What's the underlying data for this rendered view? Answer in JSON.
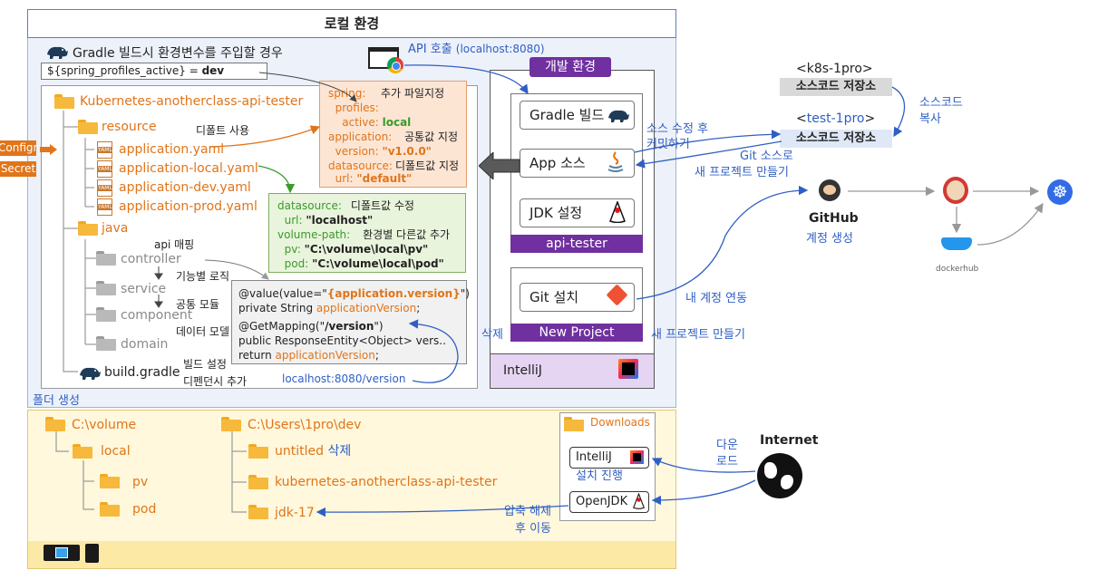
{
  "title": "로컬 환경",
  "gradle_header": "Gradle 빌드시 환경변수를 주입할 경우",
  "spring_env_prefix": "${spring_profiles_active} = ",
  "spring_env_value": "dev",
  "api_call_label": "API 호출",
  "api_call_host": "(localhost:8080)",
  "dev_env_label": "개발 환경",
  "project_root": "Kubernetes-anotherclass-api-tester",
  "resource_folder": "resource",
  "yaml_files": [
    "application.yaml",
    "application-local.yaml",
    "application-dev.yaml",
    "application-prod.yaml"
  ],
  "default_use_note": "디폴트 사용",
  "configmap_label": "Configmap",
  "secret_label": "Secret",
  "java_folder": "java",
  "java_packages": [
    "controller",
    "service",
    "component",
    "domain"
  ],
  "package_notes": [
    "api 매핑",
    "기능별 로직",
    "공통 모듈",
    "데이터 모델"
  ],
  "build_gradle": "build.gradle",
  "build_notes": [
    "빌드 설정",
    "디펜던시 추가"
  ],
  "app_yaml_box": {
    "lines": [
      {
        "key": "spring:",
        "value": "",
        "note": "추가 파일지정"
      },
      {
        "key": "  profiles:",
        "value": "",
        "note": ""
      },
      {
        "key": "    active: ",
        "value": "local",
        "note": ""
      },
      {
        "key": "application: ",
        "value": "",
        "note": "공통값 지정"
      },
      {
        "key": "  version: ",
        "value": "\"v1.0.0\"",
        "note": ""
      },
      {
        "key": "datasource: ",
        "value": "",
        "note": "디폴트값 지정"
      },
      {
        "key": "  url: ",
        "value": "\"default\"",
        "note": ""
      }
    ]
  },
  "local_yaml_box": {
    "lines": [
      {
        "key": "datasource:",
        "value": "",
        "note": "디폴트값 수정"
      },
      {
        "key": "  url: ",
        "value": "\"localhost\"",
        "note": ""
      },
      {
        "key": "volume-path:",
        "value": "",
        "note": "환경별 다른값 추가"
      },
      {
        "key": "  pv: ",
        "value": "\"C:\\volume\\local\\pv\"",
        "note": ""
      },
      {
        "key": "  pod: ",
        "value": "\"C:\\volume\\local\\pod\"",
        "note": ""
      }
    ]
  },
  "code_box": {
    "line1a": "@value(value=\"",
    "line1b": "{application.version}",
    "line1c": "\")",
    "line2a": "private String ",
    "line2b": "applicationVersion",
    "line2c": ";",
    "line3a": "@GetMapping(\"",
    "line3b": "/version",
    "line3c": "\")",
    "line4": "public ResponseEntity<Object> vers..",
    "line5a": "return ",
    "line5b": "applicationVersion",
    "line5c": ";"
  },
  "version_url": "localhost:8080/version",
  "intellij_panel": {
    "items": [
      "Gradle 빌드",
      "App 소스",
      "JDK 설정"
    ],
    "module_label": "api-tester",
    "git_item": "Git 설치",
    "project_label": "New Project",
    "delete_label": "삭제",
    "ide_name": "IntelliJ"
  },
  "new_project_note": "새 프로젝트 만들기",
  "commit_note": [
    "소스 수정 후",
    "커밋하기"
  ],
  "git_source_note": [
    "Git 소스로",
    "새 프로젝트 만들기"
  ],
  "account_link_note": "내 계정 연동",
  "repo_k8s": {
    "name": "<k8s-1pro>",
    "label": "소스코드 저장소"
  },
  "repo_test_prefix": "<",
  "repo_test_name": "test-1pro",
  "repo_test_suffix": ">",
  "repo_test_label": "소스코드 저장소",
  "copy_note": [
    "소스코드",
    "복사"
  ],
  "github_label": "GitHub",
  "github_note": "계정 생성",
  "dockerhub_label": "dockerhub",
  "folder_create_label": "폴더 생성",
  "local_folders": {
    "volume": "C:\\volume",
    "local": "local",
    "pv": "pv",
    "pod": "pod",
    "dev_root": "C:\\Users\\1pro\\dev",
    "untitled": "untitled",
    "untitled_note": "삭제",
    "project": "kubernetes-anotherclass-api-tester",
    "jdk": "jdk-17"
  },
  "downloads_label": "Downloads",
  "download_items": [
    "IntelliJ",
    "OpenJDK"
  ],
  "install_note": "설치 진행",
  "unzip_note": [
    "압축 해제",
    "후 이동"
  ],
  "download_note": [
    "다운",
    "로드"
  ],
  "internet_label": "Internet",
  "colors": {
    "blue": "#2f5fc4",
    "orange": "#e0751a",
    "green": "#3a9a2a",
    "purple": "#7030a0",
    "local_bg": "#edf1f9",
    "yellow_bg": "#fff8dc",
    "yellow_bar": "#fde9a6"
  }
}
